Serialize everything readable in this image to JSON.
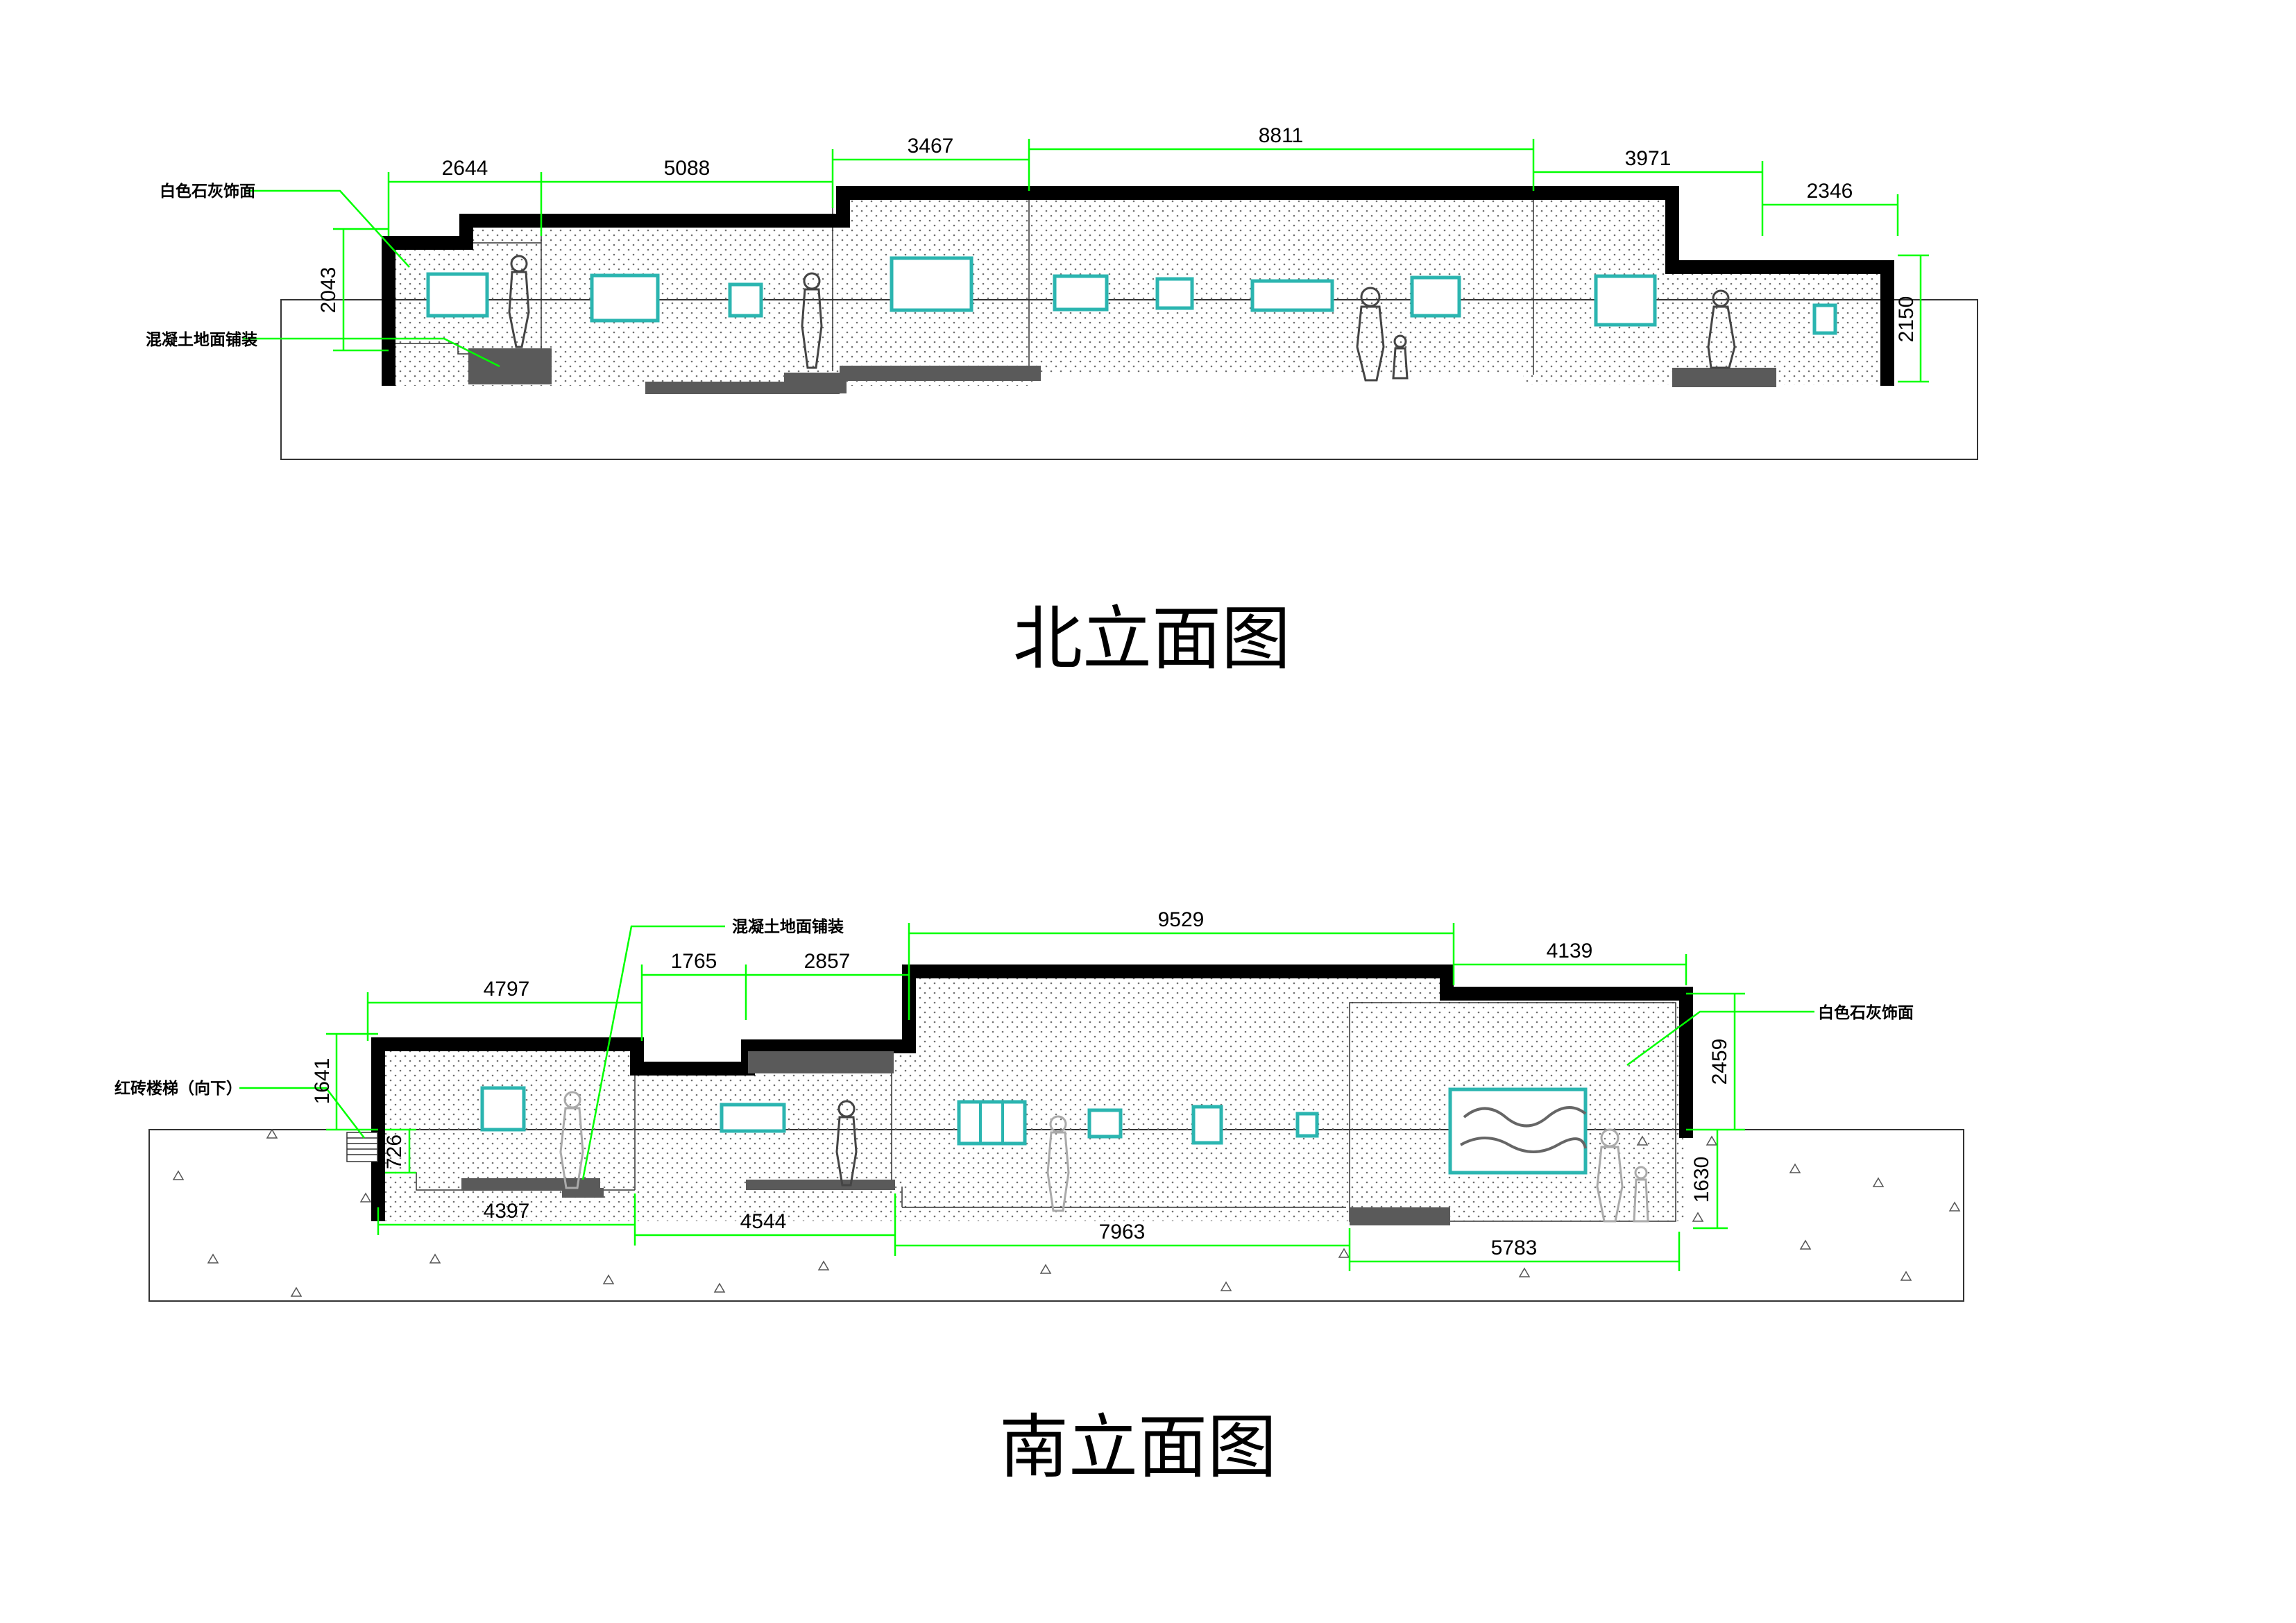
{
  "north": {
    "title": "北立面图",
    "notes": {
      "lime_finish": "白色石灰饰面",
      "concrete_paving": "混凝土地面铺装"
    },
    "dims": {
      "top": [
        "2644",
        "5088",
        "3467",
        "8811",
        "3971",
        "2346"
      ],
      "left": "2043",
      "right": "2150"
    }
  },
  "south": {
    "title": "南立面图",
    "notes": {
      "concrete_paving": "混凝土地面铺装",
      "lime_finish": "白色石灰饰面",
      "brick_stairs": "红砖楼梯（向下）"
    },
    "dims": {
      "top": [
        "4797",
        "1765",
        "2857",
        "9529",
        "4139"
      ],
      "bottom": [
        "4397",
        "4544",
        "7963",
        "5783"
      ],
      "left_a": "1641",
      "left_b": "726",
      "right_a": "2459",
      "right_b": "1630"
    }
  },
  "colors": {
    "dimension": "#00ff00",
    "frame": "#2bb5b0",
    "roof": "#000000",
    "floor": "#5a5a5a"
  }
}
